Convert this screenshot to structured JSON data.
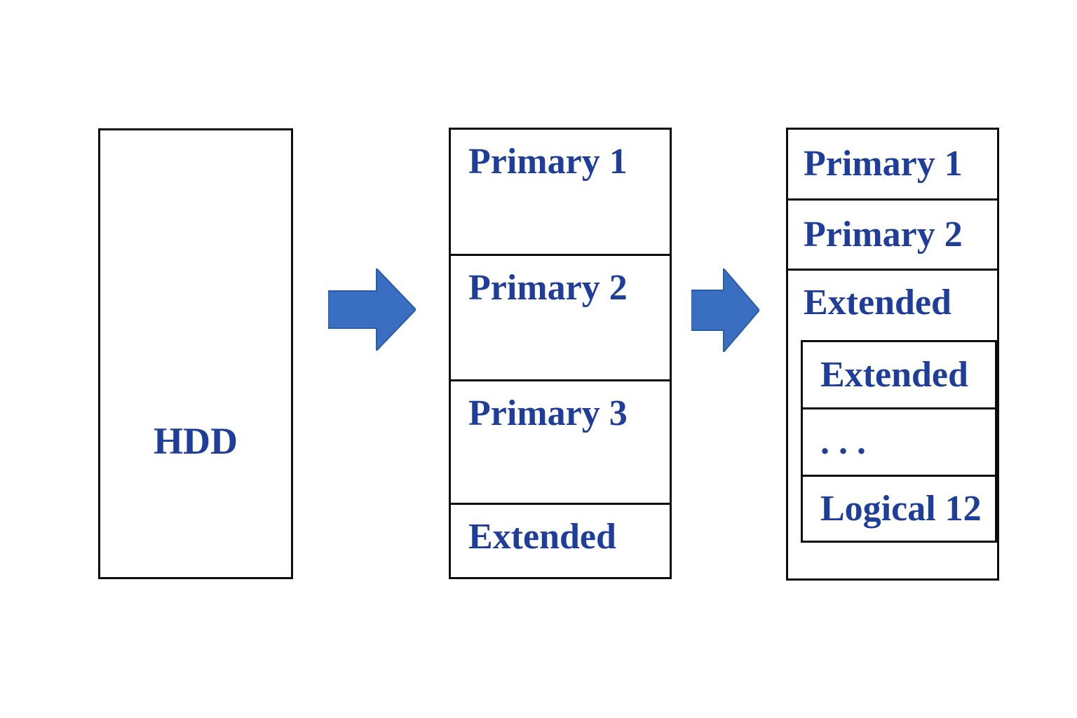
{
  "diagram": {
    "title_semantics": "HDD partitioning scheme: disk, MBR primary/extended partitions, logical partitions",
    "hdd": {
      "label": "HDD"
    },
    "arrow": {
      "glyph": "right-block-arrow"
    },
    "mbr": {
      "sections": [
        "Primary 1",
        "Primary 2",
        "Primary 3",
        "Extended"
      ]
    },
    "detail": {
      "rows": [
        "Primary 1",
        "Primary 2",
        "Extended"
      ],
      "nested": [
        "Extended",
        ". . .",
        "Logical 12"
      ]
    },
    "colors": {
      "label": "#1f3e99",
      "arrow_fill": "#3a6ec1",
      "arrow_edge": "#2b5caa",
      "border": "#0d0d0d",
      "background": "#ffffff"
    }
  }
}
